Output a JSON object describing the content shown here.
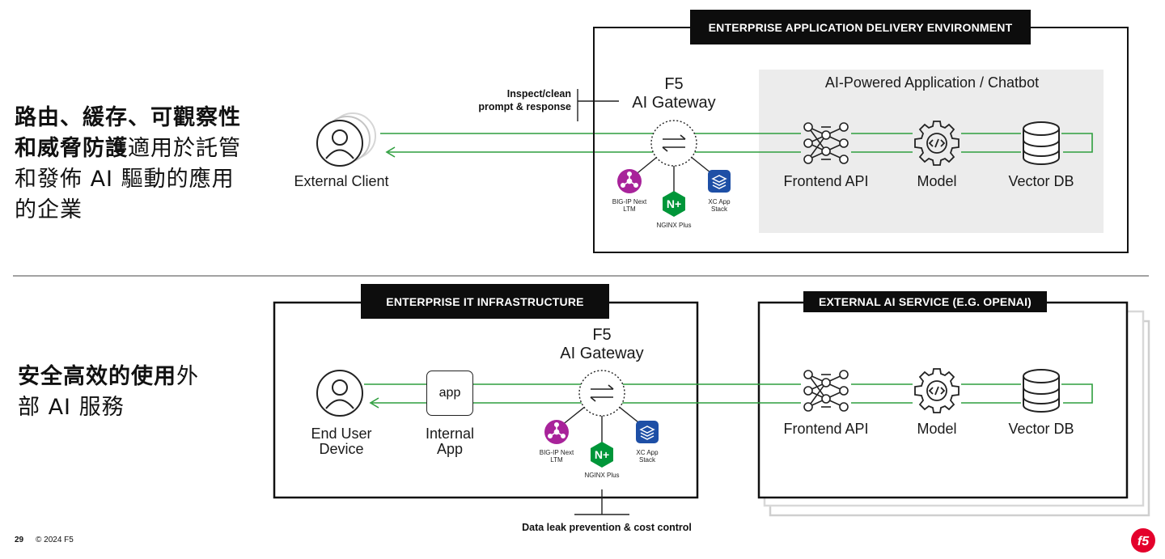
{
  "top": {
    "heading_bold": "路由、緩存、可觀察性\n和威脅防護",
    "heading_regular": "適用於託管\n和發佈 AI 驅動的應用\n的企業",
    "banner": "ENTERPRISE APPLICATION DELIVERY ENVIRONMENT",
    "panel_title": "AI-Powered Application / Chatbot",
    "client_label": "External Client",
    "gateway_line1": "F5",
    "gateway_line2": "AI Gateway",
    "annotation": "Inspect/clean\nprompt & response",
    "nodes": {
      "frontend": "Frontend API",
      "model": "Model",
      "vectordb": "Vector DB"
    },
    "products": {
      "bigip": "BIG-IP Next\nLTM",
      "nginx": "NGINX Plus",
      "xc": "XC App\nStack"
    }
  },
  "bottom": {
    "heading_bold": "安全高效的使用",
    "heading_regular_1": "外",
    "heading_regular_2": "部 AI 服務",
    "banner_left": "ENTERPRISE IT INFRASTRUCTURE",
    "banner_right": "EXTERNAL AI SERVICE (E.G. OPENAI)",
    "device_label": "End User\nDevice",
    "app_box": "app",
    "app_label": "Internal\nApp",
    "gateway_line1": "F5",
    "gateway_line2": "AI Gateway",
    "annotation": "Data leak prevention & cost control",
    "nodes": {
      "frontend": "Frontend API",
      "model": "Model",
      "vectordb": "Vector DB"
    },
    "products": {
      "bigip": "BIG-IP Next\nLTM",
      "nginx": "NGINX Plus",
      "xc": "XC App\nStack"
    }
  },
  "footer": {
    "page": "29",
    "copyright": "© 2024 F5",
    "logo": "f5"
  },
  "colors": {
    "flow": "#2e9e3e",
    "nginx": "#009639",
    "bigip": "#a8239a",
    "xc": "#1e4fa6",
    "logo": "#e4002b"
  }
}
